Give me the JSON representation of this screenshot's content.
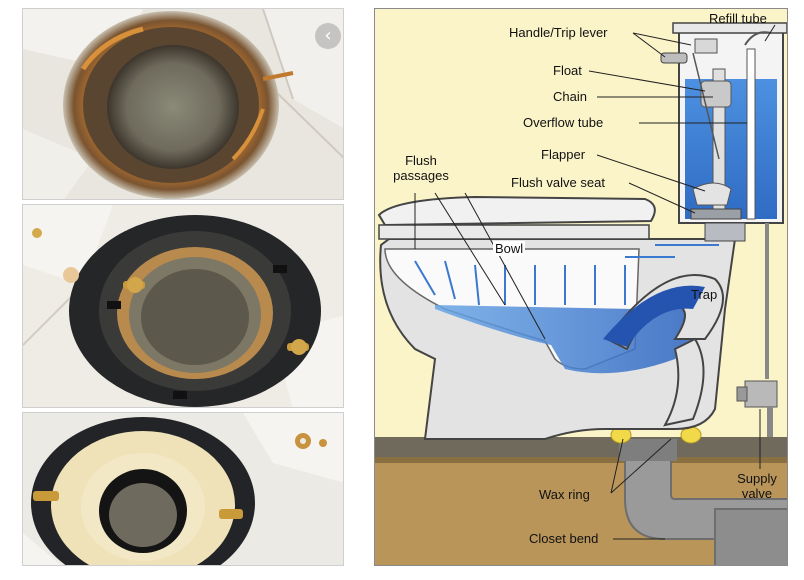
{
  "photos": [
    {
      "name": "old-flange-photo"
    },
    {
      "name": "repair-flange-photo"
    },
    {
      "name": "wax-ring-photo"
    }
  ],
  "diagram": {
    "labels": {
      "handle_trip_lever": "Handle/Trip lever",
      "refill_tube": "Refill tube",
      "float": "Float",
      "chain": "Chain",
      "overflow_tube": "Overflow tube",
      "flapper": "Flapper",
      "flush_passages_line1": "Flush",
      "flush_passages_line2": "passages",
      "flush_valve_seat": "Flush valve seat",
      "bowl": "Bowl",
      "trap": "Trap",
      "wax_ring": "Wax ring",
      "supply_valve_line1": "Supply",
      "supply_valve_line2": "valve",
      "closet_bend": "Closet bend"
    },
    "colors": {
      "background": "#fbf4c8",
      "porcelain": "#e3e3e3",
      "water": "#3f86d8",
      "pipe": "#8f8f8f",
      "floor": "#b9955a",
      "subfloor": "#8a7040",
      "wax": "#f2d94a"
    }
  },
  "overlay": {
    "nav_icon": "chevron-left-icon",
    "nav_glyph": "‹"
  }
}
